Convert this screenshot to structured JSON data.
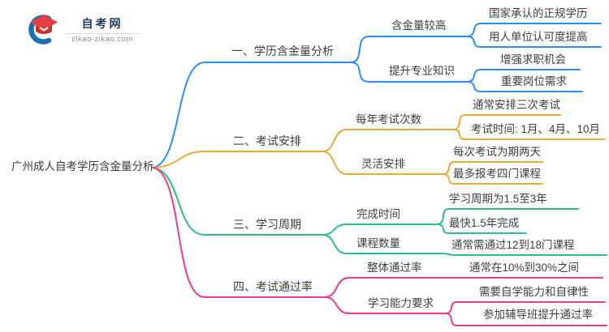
{
  "logo": {
    "title": "自考网",
    "domain": "zikao-zikao.com"
  },
  "root": {
    "label": "广州成人自考学历含金量分析"
  },
  "colors": {
    "text": "#3e3e3e",
    "blue": "#2f8ef2",
    "orange": "#f0a832",
    "green": "#2cc17b",
    "pink": "#f2388c"
  },
  "branches": [
    {
      "label": "一、学历含金量分析",
      "color": "#2f8ef2",
      "children": [
        {
          "label": "含金量较高",
          "children": [
            {
              "label": "国家承认的正规学历"
            },
            {
              "label": "用人单位认可度提高"
            }
          ]
        },
        {
          "label": "提升专业知识",
          "children": [
            {
              "label": "增强求职机会"
            },
            {
              "label": "重要岗位需求"
            }
          ]
        }
      ]
    },
    {
      "label": "二、考试安排",
      "color": "#f0a832",
      "children": [
        {
          "label": "每年考试次数",
          "children": [
            {
              "label": "通常安排三次考试"
            },
            {
              "label": "考试时间: 1月、4月、10月"
            }
          ]
        },
        {
          "label": "灵活安排",
          "children": [
            {
              "label": "每次考试为期两天"
            },
            {
              "label": "最多报考四门课程"
            }
          ]
        }
      ]
    },
    {
      "label": "三、学习周期",
      "color": "#2cc17b",
      "children": [
        {
          "label": "完成时间",
          "children": [
            {
              "label": "学习周期为1.5至3年"
            },
            {
              "label": "最快1.5年完成"
            }
          ]
        },
        {
          "label": "课程数量",
          "children": [
            {
              "label": "通常需通过12到18门课程"
            }
          ]
        }
      ]
    },
    {
      "label": "四、考试通过率",
      "color": "#f2388c",
      "children": [
        {
          "label": "整体通过率",
          "children": [
            {
              "label": "通常在10%到30%之间"
            }
          ]
        },
        {
          "label": "学习能力要求",
          "children": [
            {
              "label": "需要自学能力和自律性"
            },
            {
              "label": "参加辅导班提升通过率"
            }
          ]
        }
      ]
    }
  ]
}
